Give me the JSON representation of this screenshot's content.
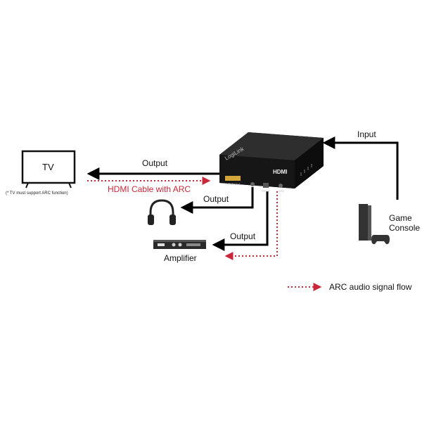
{
  "tv": {
    "label": "TV",
    "note": "(* TV must support ARC function)"
  },
  "labels": {
    "input": "Input",
    "output_tv": "Output",
    "output_headphones": "Output",
    "output_amplifier": "Output",
    "hdmi_cable": "HDMI Cable with ARC",
    "amplifier": "Amplifier",
    "game_console_line1": "Game",
    "game_console_line2": "Console"
  },
  "legend": {
    "arc_flow": "ARC audio signal flow"
  },
  "device": {
    "brand": "LogiLink",
    "hdmi_logo": "HDMI",
    "port_hdmi_out": "HDMI OUT",
    "port_spdif": "SPDIF",
    "port_arc": "ARC"
  },
  "colors": {
    "arc_red": "#c8283a",
    "line_black": "#000000",
    "device_body": "#1a1a1a"
  }
}
